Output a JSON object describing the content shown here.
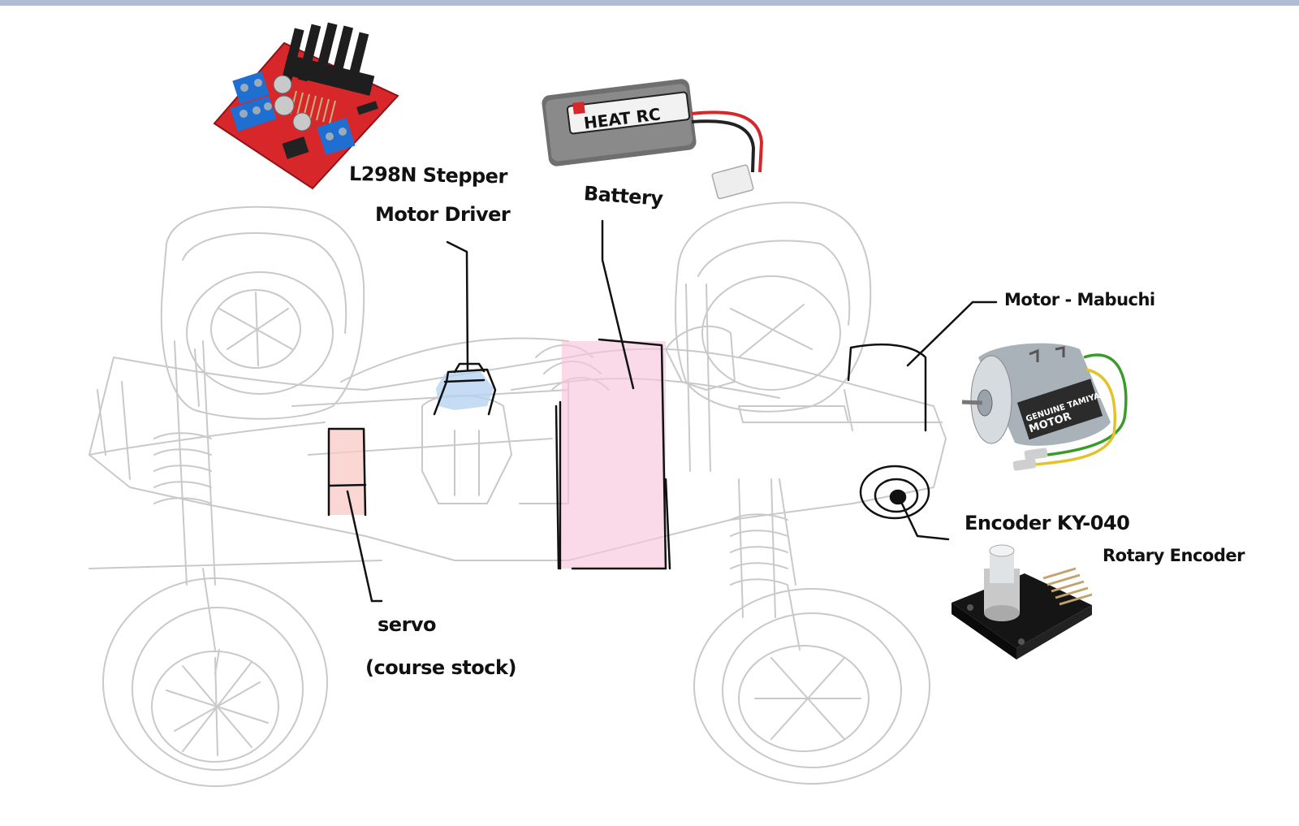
{
  "labels": {
    "motor_driver_line1": "L298N Stepper",
    "motor_driver_line2": "Motor Driver",
    "battery": "Battery",
    "motor": "Motor - Mabuchi",
    "encoder": "Encoder KY-040",
    "rotary_encoder": "Rotary Encoder",
    "servo": "servo",
    "servo_note": "(course stock)"
  },
  "photos": {
    "battery_brand": "HEAT RC",
    "motor_brand_line1": "GENUINE TAMIYA",
    "motor_brand_line2": "MOTOR"
  },
  "colors": {
    "sketch": "#c8c8c8",
    "callout": "#111111",
    "servo_highlight": "#f9c9c6",
    "battery_highlight": "#f7c6dd",
    "driver_highlight": "#b7d3f1",
    "topbar": "#aebcd4"
  }
}
